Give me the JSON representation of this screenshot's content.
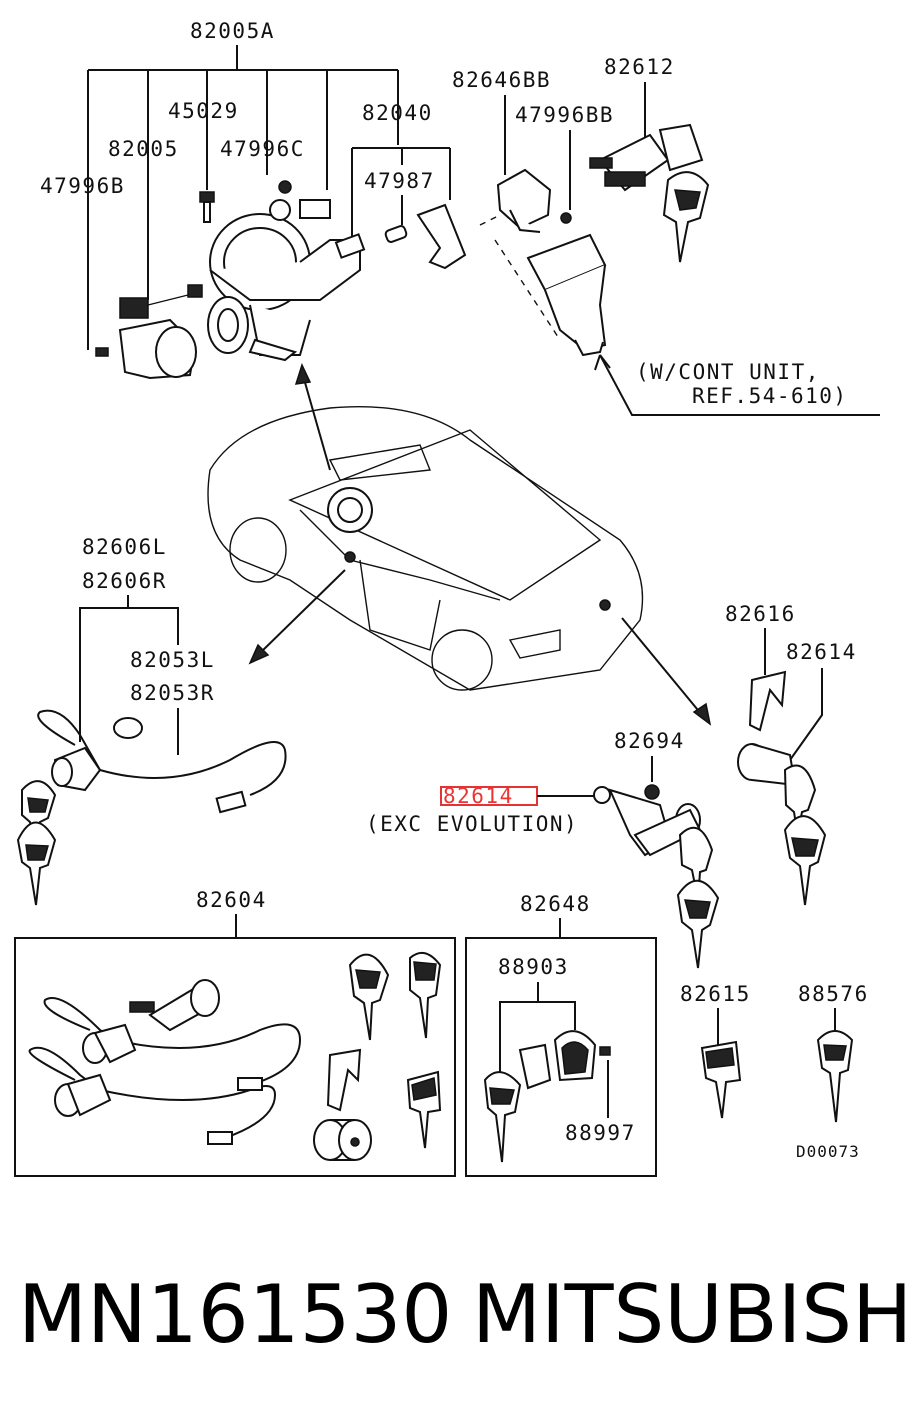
{
  "labels": {
    "p82005A": "82005A",
    "p45029": "45029",
    "p82005": "82005",
    "p47996C": "47996C",
    "p47996B": "47996B",
    "p82040": "82040",
    "p47987": "47987",
    "p82646BB": "82646BB",
    "p47996BB": "47996BB",
    "p82612": "82612",
    "cont_unit_1": "(W/CONT UNIT,",
    "cont_unit_2": "REF.54-610)",
    "p82606L": "82606L",
    "p82606R": "82606R",
    "p82053L": "82053L",
    "p82053R": "82053R",
    "p82616": "82616",
    "p82614_right": "82614",
    "p82694": "82694",
    "p82614_highlight": "82614",
    "exc_evolution": "(EXC EVOLUTION)",
    "p82604": "82604",
    "p82648": "82648",
    "p88903": "88903",
    "p88997": "88997",
    "p82615": "82615",
    "p88576": "88576",
    "diagram_code": "D00073"
  },
  "footer": {
    "part_number": "MN161530",
    "brand": "MITSUBISHI"
  },
  "colors": {
    "highlight": "#e33333",
    "ink": "#111111"
  }
}
